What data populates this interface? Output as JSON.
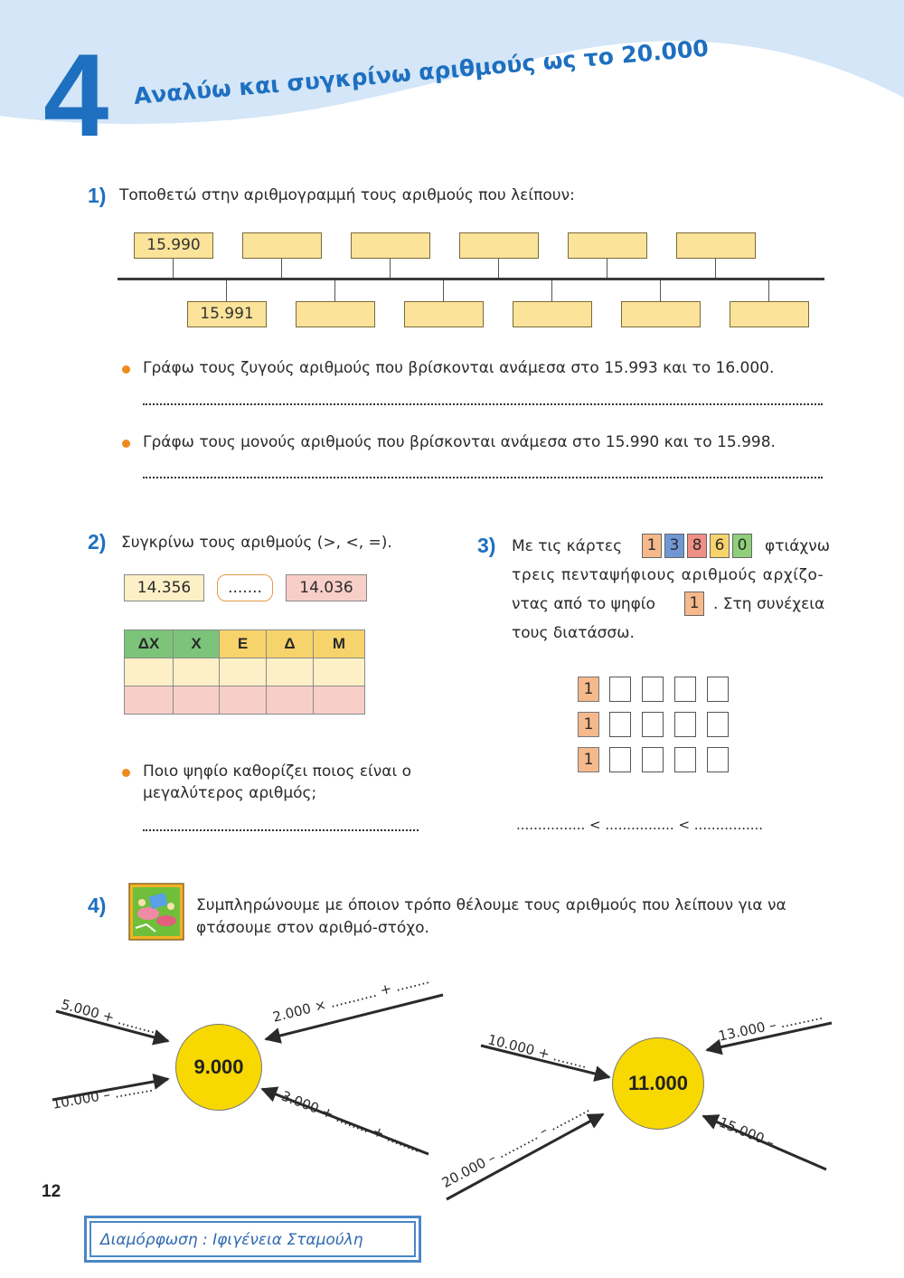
{
  "header": {
    "chapter_number": "4",
    "title": "Αναλύω και συγκρίνω αριθμούς ως το 20.000",
    "wave_color": "#d4e6f7"
  },
  "ex1": {
    "number": "1)",
    "instruction": "Τοποθετώ στην αριθμογραμμή τους αριθμούς που λείπουν:",
    "top_boxes": [
      "15.990",
      "",
      "",
      "",
      "",
      ""
    ],
    "bottom_boxes": [
      "15.991",
      "",
      "",
      "",
      "",
      ""
    ],
    "bullet1": "Γράφω τους ζυγούς αριθμούς που βρίσκονται ανάμεσα στο 15.993 και το 16.000.",
    "bullet2": "Γράφω τους μονούς αριθμούς που βρίσκονται ανάμεσα στο 15.990 και το 15.998."
  },
  "ex2": {
    "number": "2)",
    "instruction": "Συγκρίνω τους αριθμούς (>, <, =).",
    "left_value": "14.356",
    "middle": ".......",
    "right_value": "14.036",
    "table_headers": [
      "ΔΧ",
      "Χ",
      "Ε",
      "Δ",
      "Μ"
    ],
    "question_line1": "Ποιο ψηφίο καθορίζει ποιος είναι ο",
    "question_line2": "μεγαλύτερος αριθμός;"
  },
  "ex3": {
    "number": "3)",
    "text_a": "Με τις κάρτες",
    "cards": [
      {
        "digit": "1",
        "color": "#f6b98c"
      },
      {
        "digit": "3",
        "color": "#6f97d4"
      },
      {
        "digit": "8",
        "color": "#ef8f86"
      },
      {
        "digit": "6",
        "color": "#f7d36b"
      },
      {
        "digit": "0",
        "color": "#8fcf7a"
      }
    ],
    "text_b": "φτιάχνω",
    "line2": "τρεις πενταψήφιους αριθμούς αρχίζο-",
    "line3_a": "ντας από το ψηφίο",
    "line3_digit": "1",
    "line3_b": ". Στη συνέχεια",
    "line4": "τους διατάσσω.",
    "row_start_digit": "1",
    "ordering": "................ < ................ < ................"
  },
  "ex4": {
    "number": "4)",
    "instruction_line1": "Συμπληρώνουμε με όποιον τρόπο θέλουμε τους αριθμούς που λείπουν για να",
    "instruction_line2": "φτάσουμε στον αριθμό-στόχο.",
    "target1": "9.000",
    "target2": "11.000",
    "expr": {
      "a": "5.000 + .........",
      "b": "10.000 – .........",
      "c": "2.000 × ........... + ........",
      "d": "3.000 + ........ + ........",
      "e": "10.000 + ........",
      "f": "20.000 – .......... – ..........",
      "g": "13.000 – ..........",
      "h": "15.000 – .........."
    }
  },
  "footer": {
    "page_number": "12",
    "credit": "Διαμόρφωση : Ιφιγένεια Σταμούλη"
  }
}
